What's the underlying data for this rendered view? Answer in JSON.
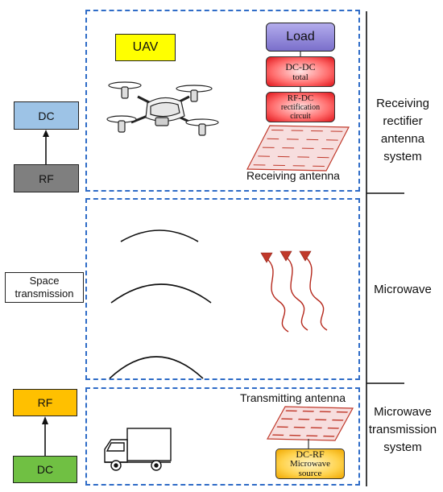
{
  "left": {
    "dc_top": "DC",
    "rf_top": "RF",
    "space_transmission": "Space transmission",
    "rf_bottom": "RF",
    "dc_bottom": "DC"
  },
  "receiving_panel": {
    "uav_label": "UAV",
    "load_label": "Load",
    "dcdc_line1": "DC-DC",
    "dcdc_line2": "total",
    "rfdc_line1": "RF-DC",
    "rfdc_line2": "rectification",
    "rfdc_line3": "circuit",
    "antenna_label": "Receiving antenna"
  },
  "transmitting_panel": {
    "antenna_label": "Transmitting antenna",
    "dcrf_line1": "DC-RF",
    "dcrf_line2": "Microwave",
    "dcrf_line3": "source"
  },
  "right_labels": {
    "receiving_system": [
      "Receiving",
      "rectifier",
      "antenna",
      "system"
    ],
    "microwave": "Microwave",
    "transmission_system": [
      "Microwave",
      "transmission",
      "system"
    ]
  },
  "colors": {
    "panel_border": "#2f6cc7",
    "dc_top_fill": "#9dc3e6",
    "rf_top_fill": "#7f7f7f",
    "rf_bottom_fill": "#ffc000",
    "dc_bottom_fill": "#70c043",
    "uav_fill": "#ffff00",
    "load_fill": "#8a7fd4",
    "wave_color": "#c0392b"
  }
}
